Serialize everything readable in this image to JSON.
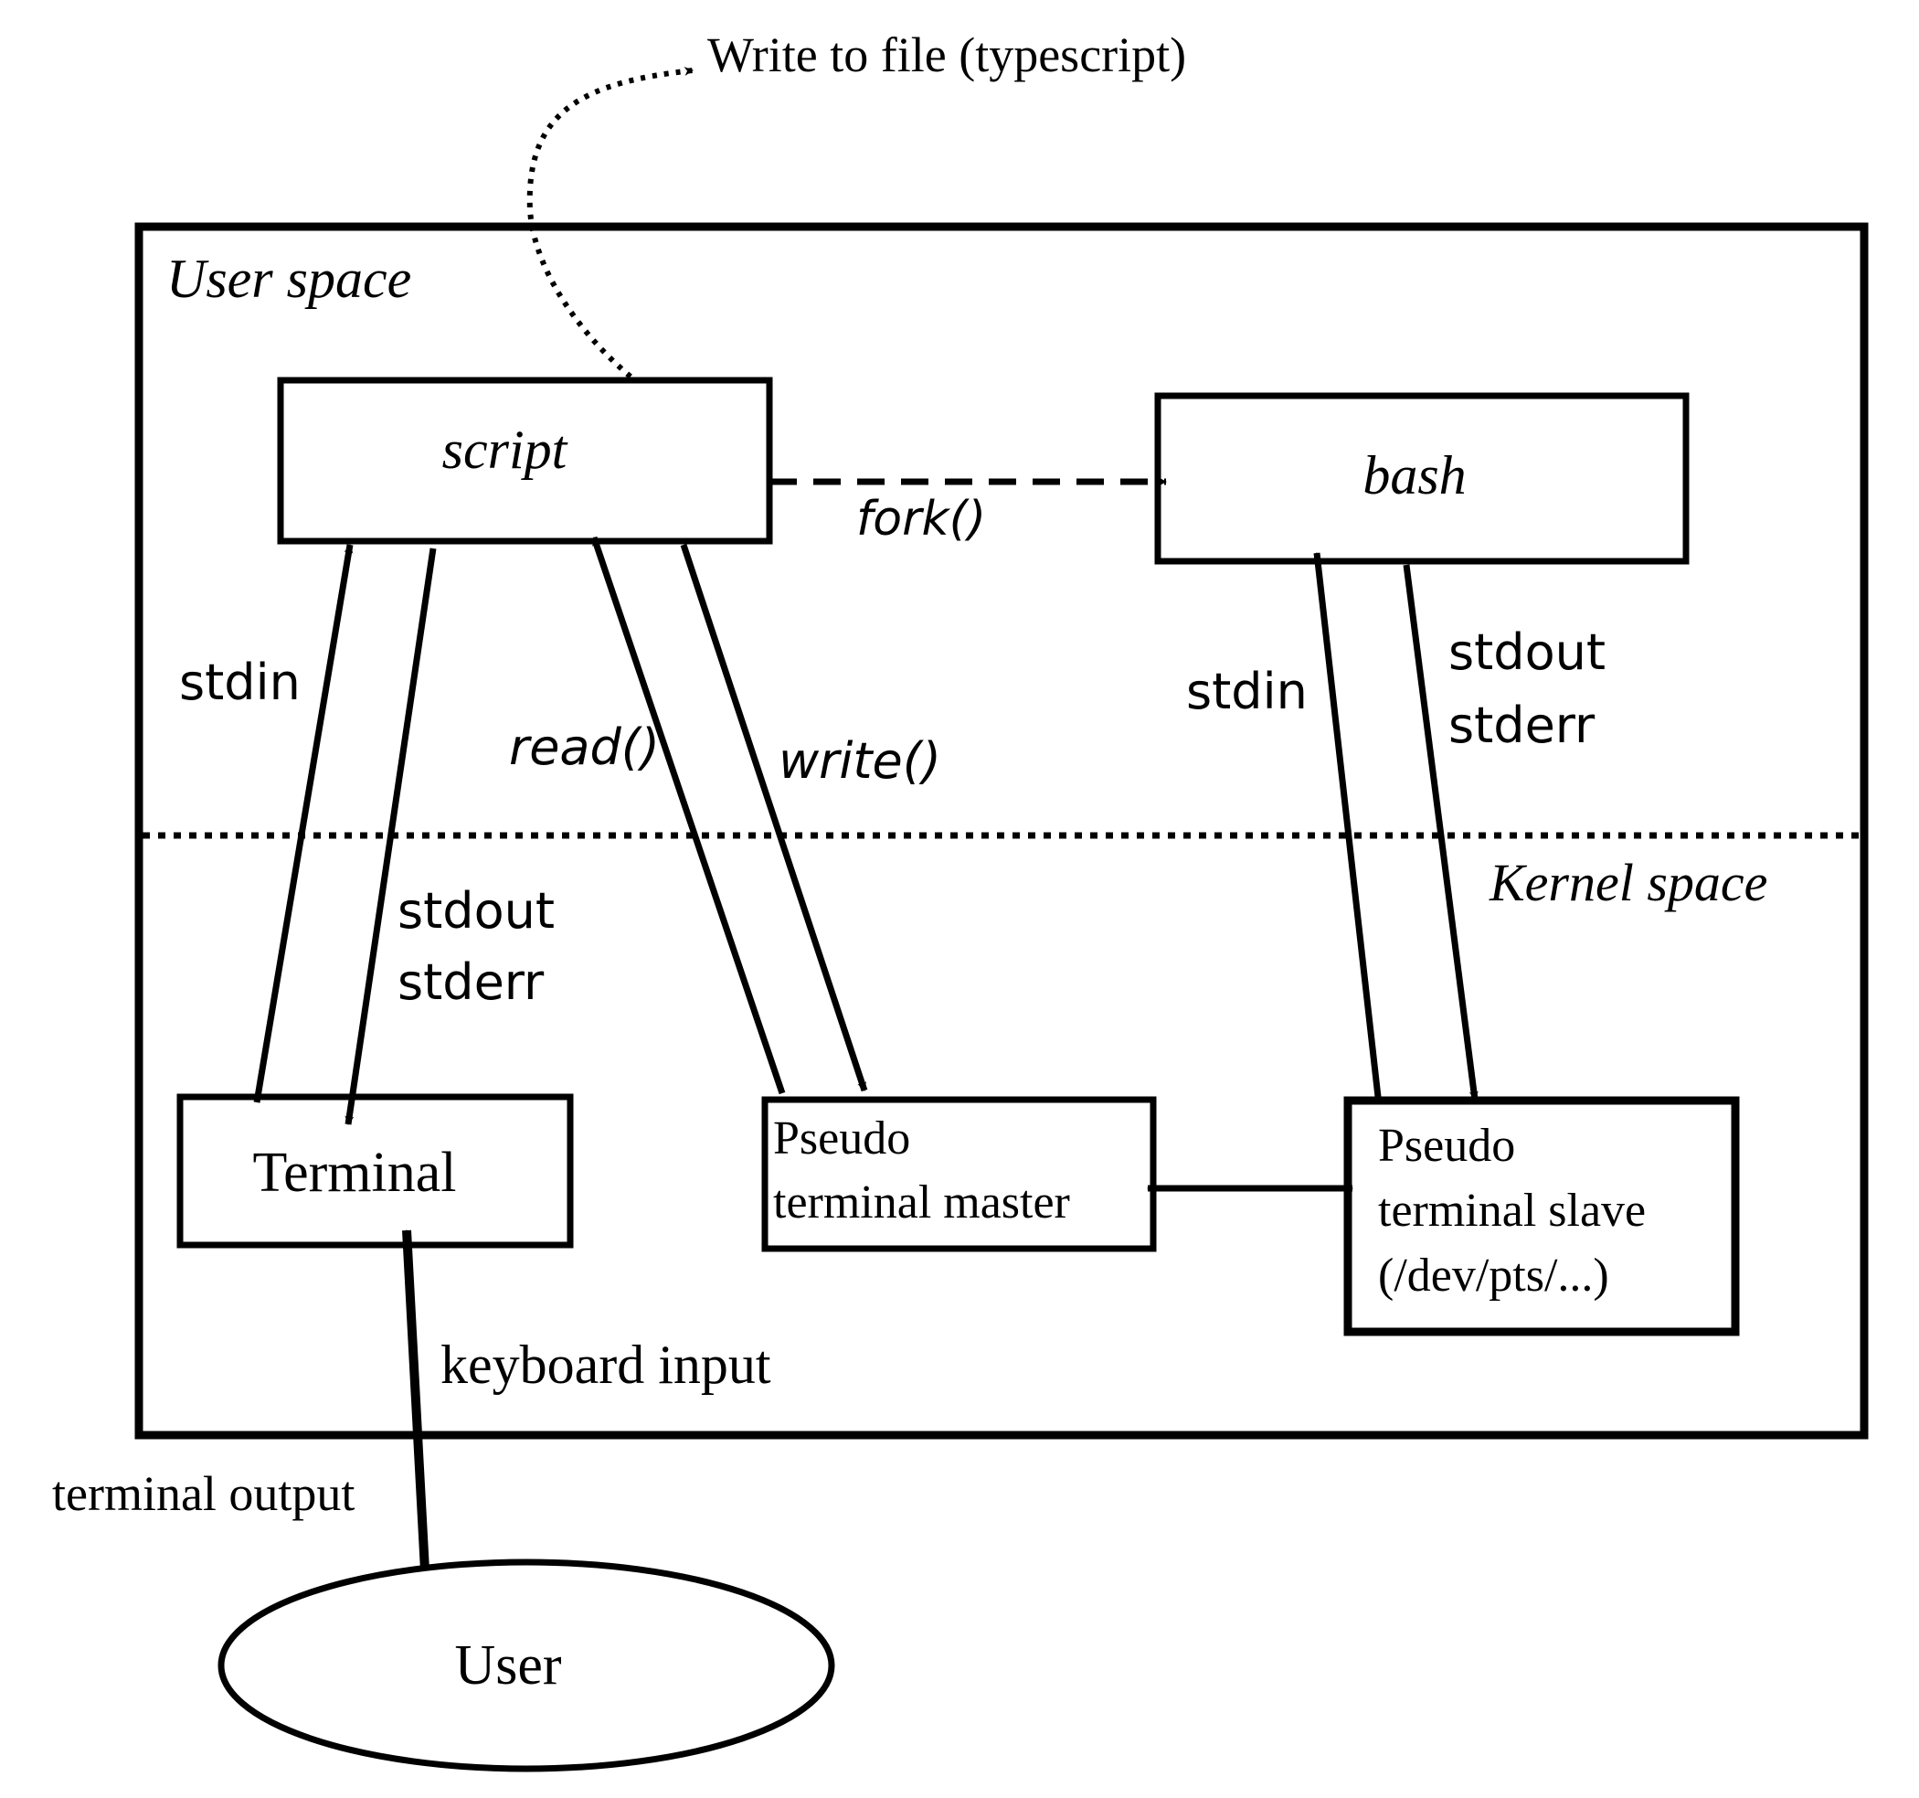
{
  "colors": {
    "ink": "#000000",
    "background": "#ffffff"
  },
  "regions": {
    "user_space": "User space",
    "kernel_space": "Kernel space"
  },
  "nodes": {
    "script": "script",
    "bash": "bash",
    "terminal": "Terminal",
    "pty_master": [
      "Pseudo",
      "terminal master"
    ],
    "pty_slave": [
      "Pseudo",
      "terminal slave",
      "(/dev/pts/...)"
    ],
    "user": "User"
  },
  "edges": {
    "write_file": "Write to file (typescript)",
    "fork": "fork()",
    "script_stdin": "stdin",
    "terminal_stdout": "stdout",
    "terminal_stderr": "stderr",
    "read": "read()",
    "write": "write()",
    "bash_stdin": "stdin",
    "bash_stdout": "stdout",
    "bash_stderr": "stderr",
    "keyboard_input": "keyboard input",
    "terminal_output": "terminal output"
  }
}
